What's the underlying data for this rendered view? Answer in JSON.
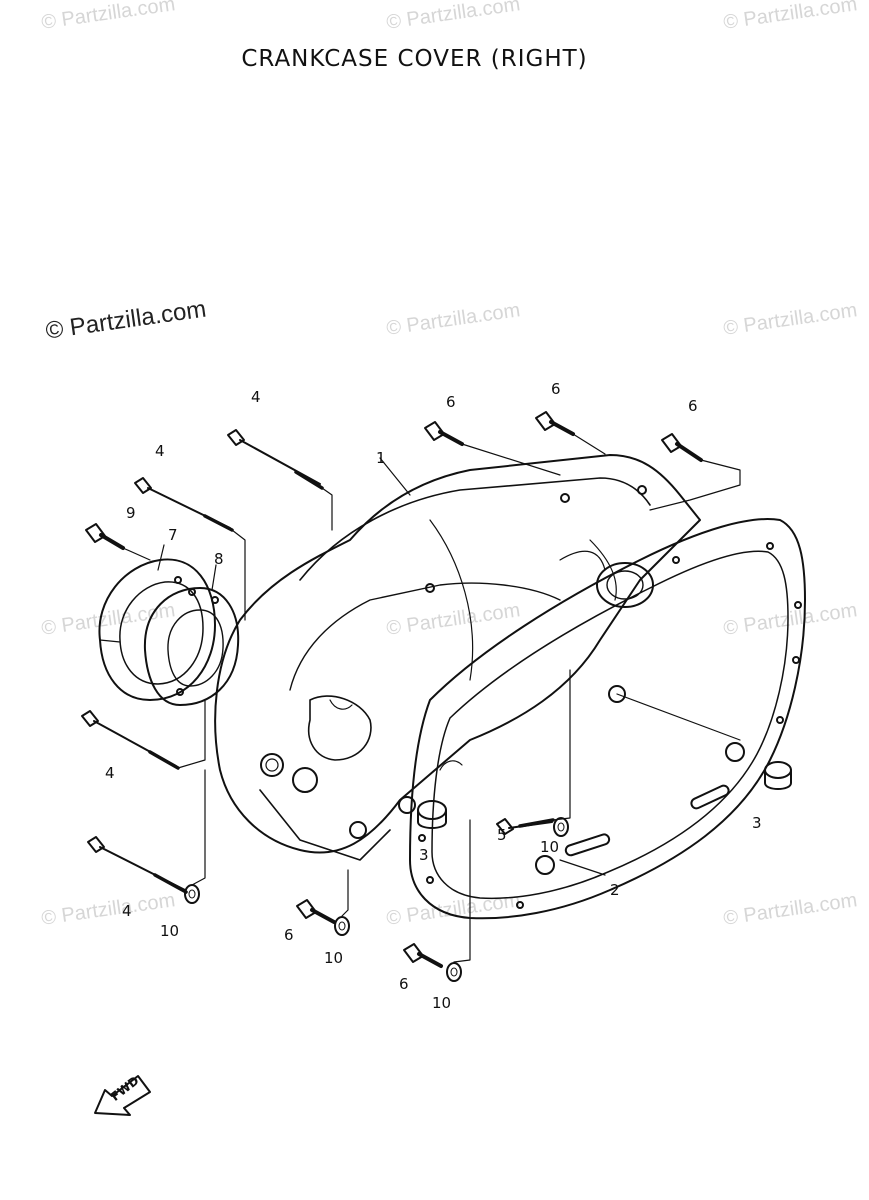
{
  "title": "CRANKCASE COVER  (RIGHT)",
  "watermark": "© Partzilla.com",
  "fwd_label": "FWD",
  "callouts": [
    {
      "id": "c1",
      "text": "1"
    },
    {
      "id": "c2",
      "text": "2"
    },
    {
      "id": "c3a",
      "text": "3"
    },
    {
      "id": "c3b",
      "text": "3"
    },
    {
      "id": "c4a",
      "text": "4"
    },
    {
      "id": "c4b",
      "text": "4"
    },
    {
      "id": "c4c",
      "text": "4"
    },
    {
      "id": "c4d",
      "text": "4"
    },
    {
      "id": "c5",
      "text": "5"
    },
    {
      "id": "c6a",
      "text": "6"
    },
    {
      "id": "c6b",
      "text": "6"
    },
    {
      "id": "c6c",
      "text": "6"
    },
    {
      "id": "c6d",
      "text": "6"
    },
    {
      "id": "c6e",
      "text": "6"
    },
    {
      "id": "c7",
      "text": "7"
    },
    {
      "id": "c8",
      "text": "8"
    },
    {
      "id": "c9",
      "text": "9"
    },
    {
      "id": "c10a",
      "text": "10"
    },
    {
      "id": "c10b",
      "text": "10"
    },
    {
      "id": "c10c",
      "text": "10"
    },
    {
      "id": "c10d",
      "text": "10"
    }
  ]
}
